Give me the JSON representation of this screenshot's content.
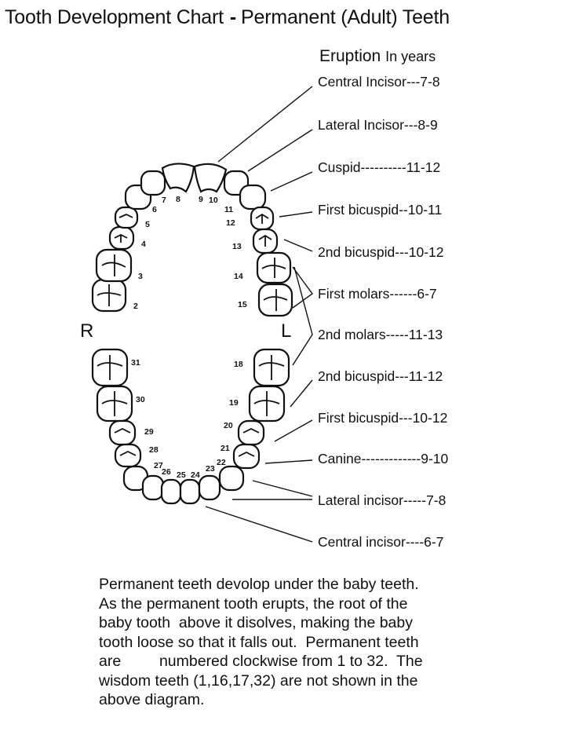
{
  "title": {
    "main": "Tooth Development Chart",
    "separator": "-",
    "sub": "Permanent (Adult) Teeth"
  },
  "heading": {
    "main": "Eruption",
    "unit": "In years"
  },
  "side_labels": {
    "right": "R",
    "left": "L"
  },
  "upper_labels": [
    "Central Incisor---7-8",
    "Lateral Incisor---8-9",
    "Cuspid----------11-12",
    "First bicuspid--10-11",
    "2nd bicuspid---10-12",
    "First molars------6-7",
    "2nd molars-----11-13"
  ],
  "lower_labels": [
    "2nd bicuspid---11-12",
    "First bicuspid---10-12",
    "Canine-------------9-10",
    "Lateral incisor-----7-8",
    "Central incisor----6-7"
  ],
  "tooth_numbers": [
    "2",
    "3",
    "4",
    "5",
    "6",
    "7",
    "8",
    "9",
    "10",
    "11",
    "12",
    "13",
    "14",
    "15",
    "18",
    "19",
    "20",
    "21",
    "22",
    "23",
    "24",
    "25",
    "26",
    "27",
    "28",
    "29",
    "30",
    "31"
  ],
  "paragraph": [
    "Permanent teeth devolop under the baby teeth.",
    "As the permanent tooth erupts, the root of the",
    "baby tooth  above it disolves, making the baby",
    "tooth loose so that it falls out.  Permanent teeth",
    "are         numbered clockwise from 1 to 32.  The",
    "wisdom teeth (1,16,17,32) are not shown in the",
    "above diagram."
  ]
}
